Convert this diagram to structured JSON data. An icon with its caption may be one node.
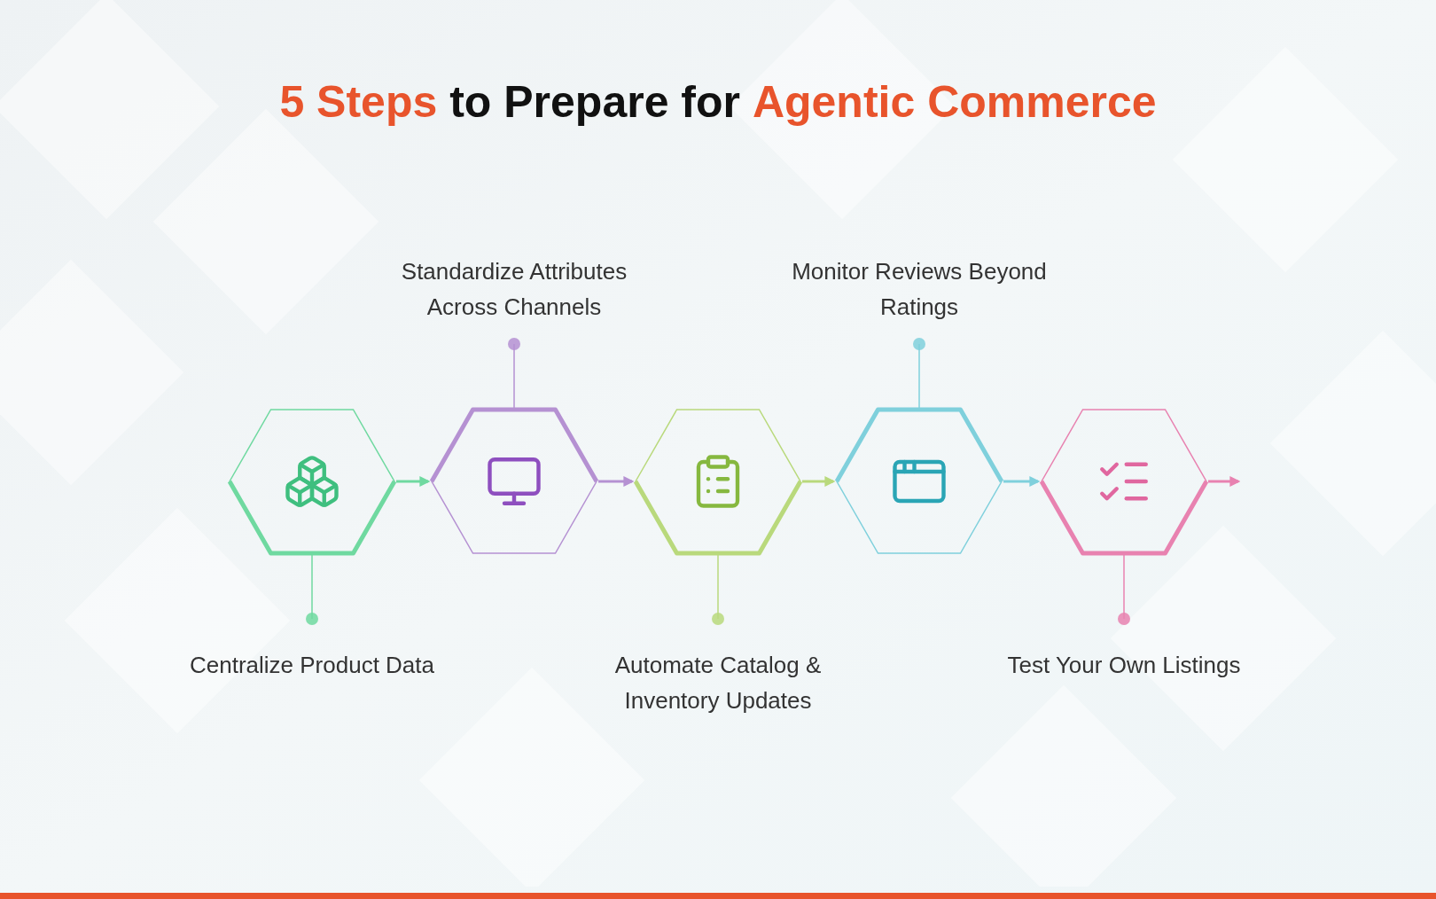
{
  "diagram": {
    "title": "**5 Steps** to Prepare for **Agentic Commerce**",
    "nodes": [
      {
        "text": [],
        "shape": "hexagon"
      },
      {
        "text": [],
        "shape": "hexagon"
      },
      {
        "text": [],
        "shape": "hexagon"
      },
      {
        "text": [],
        "shape": "hexagon"
      },
      {
        "text": [],
        "shape": "hexagon"
      },
      {
        "text": [
          "Standardize Attributes Across Channels"
        ]
      },
      {
        "text": [
          "Monitor Reviews Beyond Ratings"
        ]
      },
      {
        "text": [
          "Centralize Product Data"
        ]
      },
      {
        "text": [
          "Automate Catalog & Inventory Updates"
        ]
      },
      {
        "text": [
          "Test Your Own Listings"
        ]
      }
    ],
    "edges": [
      {
        "from": 0,
        "to": 1,
        "arrow": "to",
        "color": "#6fd9a0"
      },
      {
        "from": 1,
        "to": 2,
        "arrow": "to",
        "color": "#b591d2"
      },
      {
        "from": 2,
        "to": 3,
        "arrow": "to",
        "color": "#b9d97c"
      },
      {
        "from": 3,
        "to": 4,
        "arrow": "to",
        "color": "#7fd0dc"
      },
      {
        "from": 4,
        "to": null,
        "arrow": "to",
        "color": "#e882b0"
      },
      {
        "from": 5,
        "to": 1,
        "arrow": "other",
        "color": "#b591d2"
      },
      {
        "from": 6,
        "to": 3,
        "arrow": "other",
        "color": "#7fd0dc"
      },
      {
        "from": 7,
        "to": 0,
        "arrow": "other",
        "color": "#6fd9a0"
      },
      {
        "from": 8,
        "to": 2,
        "arrow": "other",
        "color": "#b9d97c"
      },
      {
        "from": 9,
        "to": 4,
        "arrow": "other",
        "color": "#e882b0"
      }
    ]
  }
}
